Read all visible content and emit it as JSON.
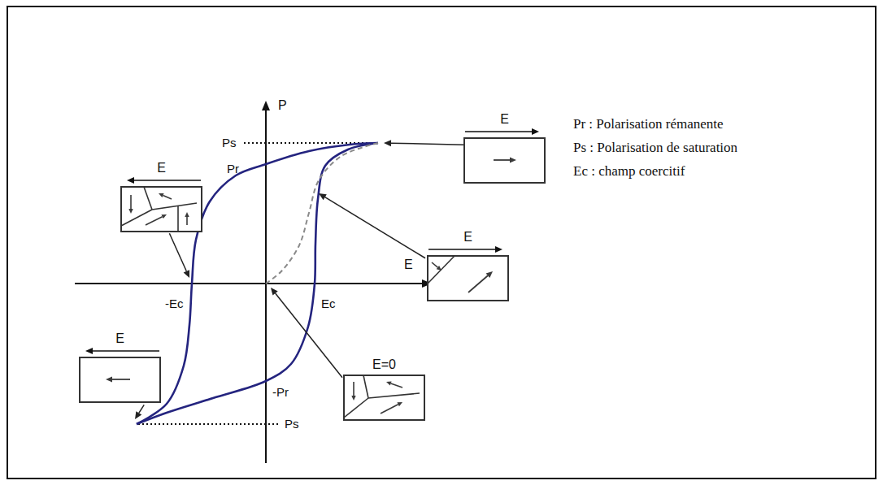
{
  "diagram": {
    "nodes": [
      {
        "text": [
          "E"
        ]
      },
      {
        "text": [
          "E"
        ]
      },
      {
        "text": [
          "E"
        ]
      },
      {
        "text": [
          "E"
        ]
      },
      {
        "text": [
          "E=0"
        ]
      }
    ],
    "labels": [
      "P",
      "Ps",
      "Pr",
      "E",
      "-Ec",
      "Ec",
      "-Pr",
      "Ps",
      "Pr : Polarisation rémanente",
      "Ps : Polarisation de saturation",
      "Ec : champ coercitif"
    ]
  }
}
